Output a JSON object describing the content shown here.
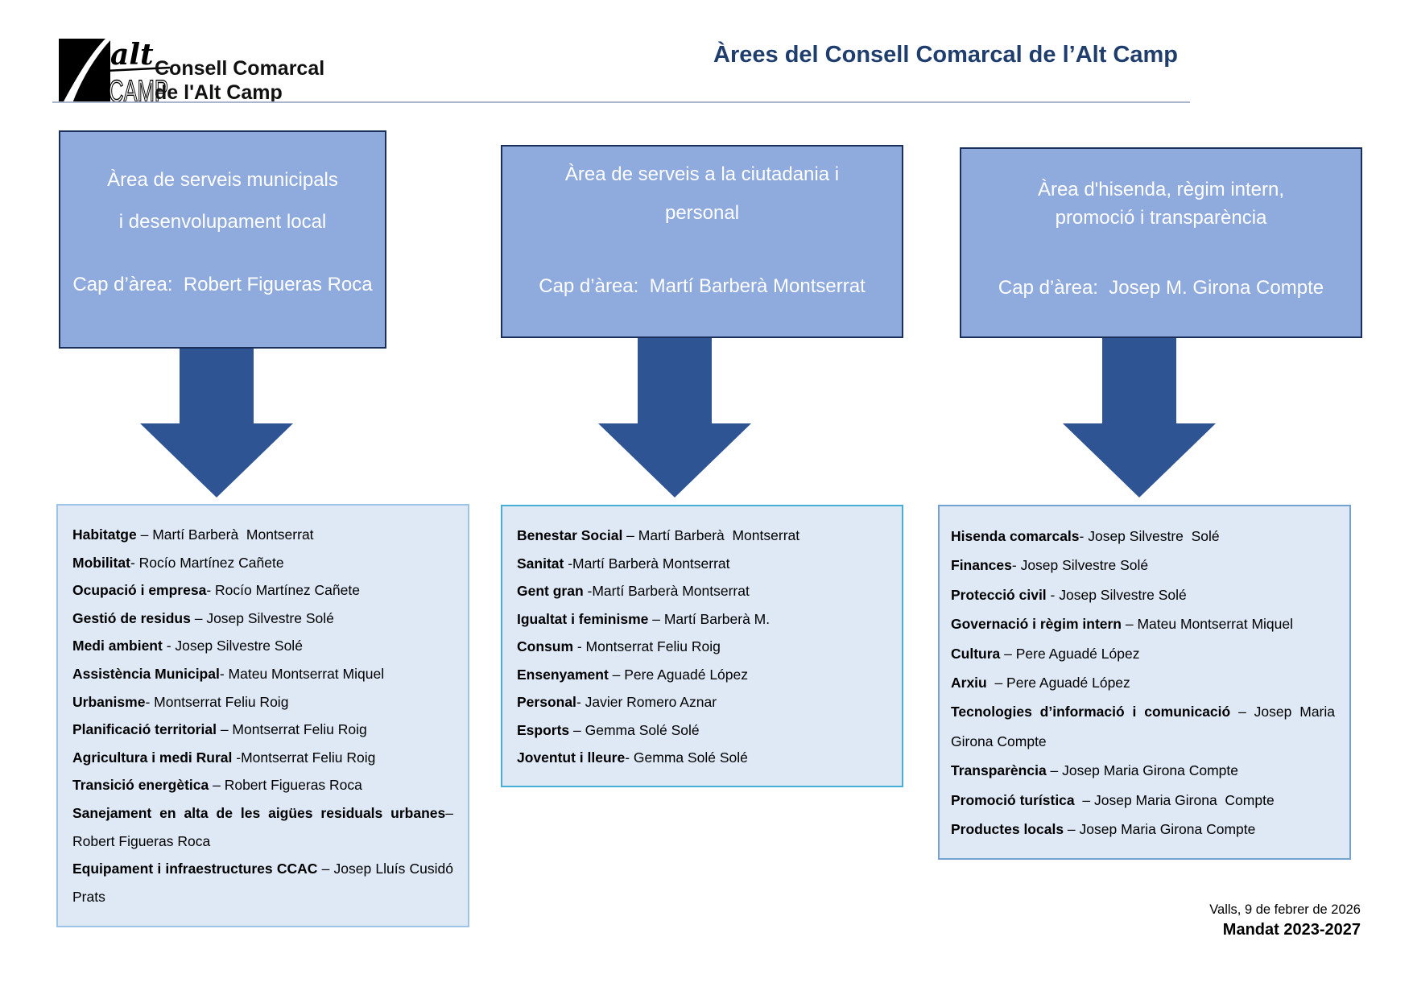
{
  "header": {
    "logo": {
      "emblem_script": "alt",
      "emblem_caps": "CAMP",
      "name_line1": "Consell Comarcal",
      "name_line2": "de l'Alt Camp"
    },
    "title": "Àrees del Consell Comarcal de l’Alt Camp"
  },
  "areas": [
    {
      "title_lines": [
        "Àrea de serveis municipals",
        "i desenvolupament local"
      ],
      "cap_label": "Cap d’àrea:",
      "cap_name": "  Robert Figueras Roca",
      "items": [
        {
          "term": "Habitatge",
          "rest": " – Martí Barberà  Montserrat"
        },
        {
          "term": "Mobilitat",
          "rest": "- Rocío Martínez Cañete"
        },
        {
          "term": "Ocupació i empresa",
          "rest": "- Rocío Martínez Cañete"
        },
        {
          "term": "Gestió de residus",
          "rest": " – Josep Silvestre Solé"
        },
        {
          "term": "Medi ambient",
          "rest": " - Josep Silvestre Solé"
        },
        {
          "term": "Assistència Municipal",
          "rest": "- Mateu Montserrat Miquel"
        },
        {
          "term": "Urbanisme",
          "rest": "- Montserrat Feliu Roig"
        },
        {
          "term": "Planificació territorial",
          "rest": " – Montserrat Feliu Roig"
        },
        {
          "term": "Agricultura i medi Rural",
          "rest": " -Montserrat Feliu Roig"
        },
        {
          "term": "Transició energètica",
          "rest": " – Robert Figueras Roca"
        },
        {
          "term": "Sanejament en alta de les aigües residuals urbanes",
          "rest": "– Robert Figueras Roca"
        },
        {
          "term": "Equipament i infraestructures CCAC",
          "rest": " – Josep Lluís Cusidó Prats"
        }
      ]
    },
    {
      "title_lines": [
        "Àrea de serveis a la ciutadania i",
        "personal"
      ],
      "cap_label": "Cap d’àrea:",
      "cap_name": "  Martí Barberà Montserrat",
      "items": [
        {
          "term": "Benestar Social",
          "rest": " – Martí Barberà  Montserrat"
        },
        {
          "term": "Sanitat",
          "rest": " -Martí Barberà Montserrat"
        },
        {
          "term": "Gent gran",
          "rest": " -Martí Barberà Montserrat"
        },
        {
          "term": "Igualtat i feminisme",
          "rest": " – Martí Barberà M."
        },
        {
          "term": "Consum",
          "rest": " - Montserrat Feliu Roig"
        },
        {
          "term": "Ensenyament",
          "rest": " – Pere Aguadé López"
        },
        {
          "term": "Personal",
          "rest": "- Javier Romero Aznar"
        },
        {
          "term": "Esports",
          "rest": " – Gemma Solé Solé"
        },
        {
          "term": "Joventut i lleure",
          "rest": "- Gemma Solé Solé"
        }
      ]
    },
    {
      "title_lines": [
        "Àrea d'hisenda, règim intern,",
        "promoció i transparència"
      ],
      "cap_label": "Cap d’àrea:",
      "cap_name": "  Josep M. Girona Compte",
      "items": [
        {
          "term": "Hisenda comarcals",
          "rest": "- Josep Silvestre  Solé"
        },
        {
          "term": "Finances",
          "rest": "- Josep Silvestre Solé"
        },
        {
          "term": "Protecció civil",
          "rest": " - Josep Silvestre Solé"
        },
        {
          "term": "Governació i règim intern",
          "rest": " – Mateu Montserrat Miquel"
        },
        {
          "term": "Cultura",
          "rest": " – Pere Aguadé López"
        },
        {
          "term": "Arxiu",
          "rest": "  – Pere Aguadé López"
        },
        {
          "term": "Tecnologies d’informació i comunicació",
          "rest": " – Josep Maria Girona Compte"
        },
        {
          "term": "Transparència",
          "rest": " – Josep Maria Girona Compte"
        },
        {
          "term": "Promoció turística",
          "rest": "  – Josep Maria Girona  Compte"
        },
        {
          "term": "Productes locals",
          "rest": " – Josep Maria Girona Compte"
        }
      ]
    }
  ],
  "footer": {
    "place_date": "Valls, 9 de febrer de 2026",
    "mandate": "Mandat 2023-2027"
  },
  "colors": {
    "box_fill": "#8FAADC",
    "box_border": "#1A2F5A",
    "arrow": "#2E5494",
    "list_fill": "#DEE9F5",
    "list_border_left": "#9DC3E6",
    "list_border_middle": "#45AFD6",
    "list_border_right": "#75A3D1",
    "title_text": "#1F3E6E"
  }
}
